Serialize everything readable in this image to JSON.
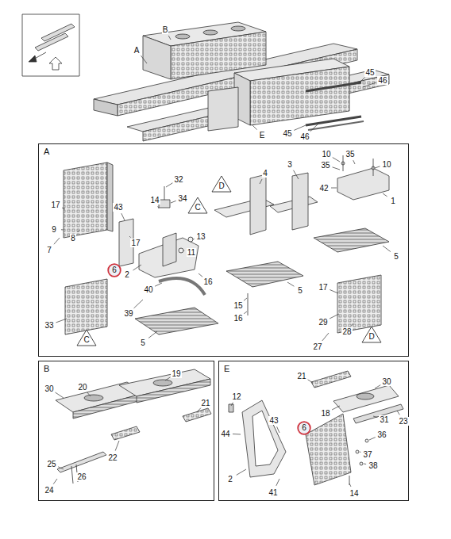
{
  "diagram": {
    "nodes": [
      {
        "text": [
          "A"
        ]
      },
      {
        "text": [
          "D"
        ],
        "in": 0
      },
      {
        "text": [
          "C"
        ],
        "in": 0
      },
      {
        "text": [
          "6"
        ],
        "in": 0
      },
      {
        "text": [
          "C"
        ],
        "in": 0
      },
      {
        "text": [
          "D"
        ],
        "in": 0
      },
      {
        "text": [
          "B"
        ]
      },
      {
        "text": [
          "E"
        ]
      },
      {
        "text": [
          "6"
        ],
        "in": 7
      }
    ],
    "labels": [
      "B",
      "A",
      "E",
      "45",
      "46",
      "45",
      "46",
      "10",
      "35",
      "10",
      "35",
      "1",
      "42",
      "3",
      "4",
      "32",
      "34",
      "14",
      "43",
      "17",
      "9",
      "8",
      "7",
      "17",
      "13",
      "11",
      "2",
      "16",
      "40",
      "39",
      "33",
      "5",
      "5",
      "5",
      "15",
      "16",
      "17",
      "29",
      "28",
      "27",
      "30",
      "20",
      "19",
      "21",
      "22",
      "25",
      "26",
      "24",
      "12",
      "44",
      "43",
      "2",
      "41",
      "21",
      "18",
      "30",
      "31",
      "23",
      "36",
      "37",
      "38",
      "14"
    ]
  }
}
